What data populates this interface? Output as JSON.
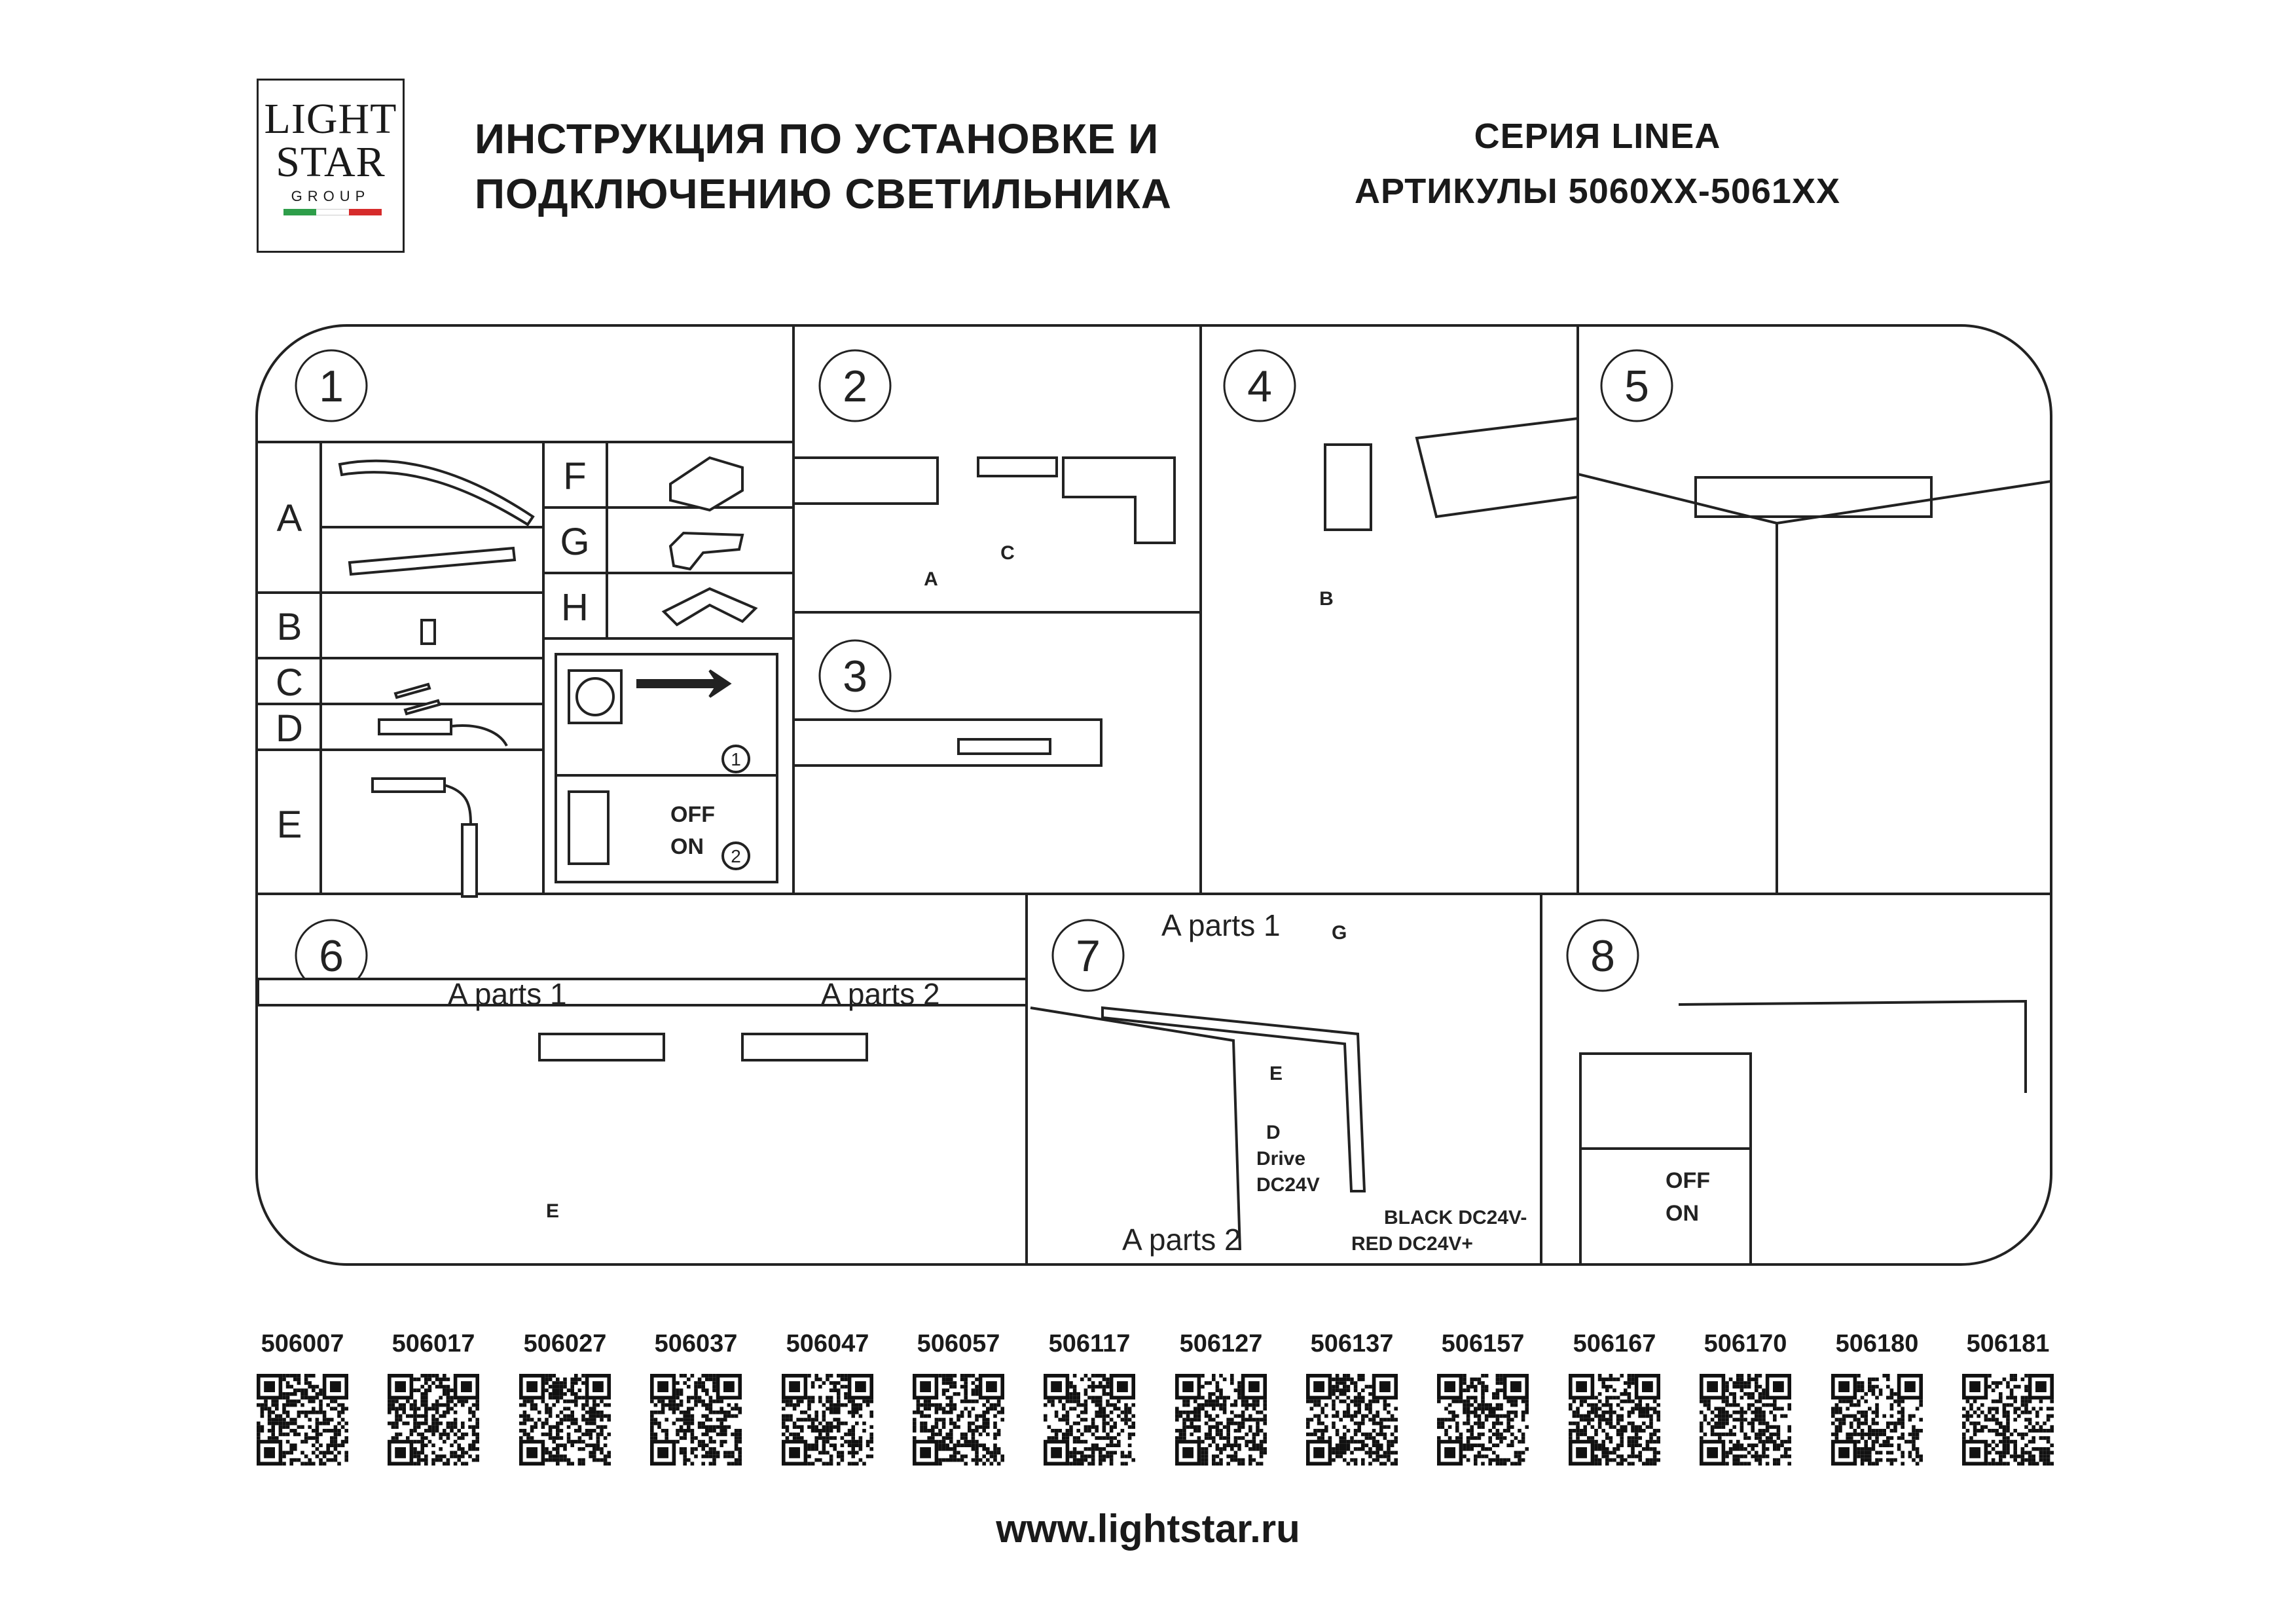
{
  "logo": {
    "line1": "LIGHT",
    "line2": "STAR",
    "line3": "GROUP",
    "flag_colors": [
      "#2e9e4a",
      "#ffffff",
      "#d62b2b"
    ]
  },
  "header": {
    "title_line1": "ИНСТРУКЦИЯ ПО УСТАНОВКЕ И",
    "title_line2": "ПОДКЛЮЧЕНИЮ СВЕТИЛЬНИКА",
    "series": "СЕРИЯ LINEA",
    "articles": "АРТИКУЛЫ 5060XX-5061XX"
  },
  "steps": {
    "s1": "1",
    "s2": "2",
    "s3": "3",
    "s4": "4",
    "s5": "5",
    "s6": "6",
    "s7": "7",
    "s8": "8"
  },
  "parts_table": {
    "A": "A",
    "B": "B",
    "C": "C",
    "D": "D",
    "E": "E",
    "F": "F",
    "G": "G",
    "H": "H"
  },
  "switch": {
    "off": "OFF",
    "on": "ON",
    "n1": "1",
    "n2": "2"
  },
  "callouts": {
    "a": "A",
    "c": "C",
    "b": "B",
    "e": "E",
    "d": "D",
    "g": "G",
    "one": "1",
    "two": "2",
    "a_parts_1": "A parts 1",
    "a_parts_2": "A parts 2",
    "drive": "Drive",
    "dc24v": "DC24V",
    "black": "BLACK DC24V-",
    "red": "RED DC24V+"
  },
  "qr_codes": [
    "506007",
    "506017",
    "506027",
    "506037",
    "506047",
    "506057",
    "506117",
    "506127",
    "506137",
    "506157",
    "506167",
    "506170",
    "506180",
    "506181"
  ],
  "website": "www.lightstar.ru"
}
